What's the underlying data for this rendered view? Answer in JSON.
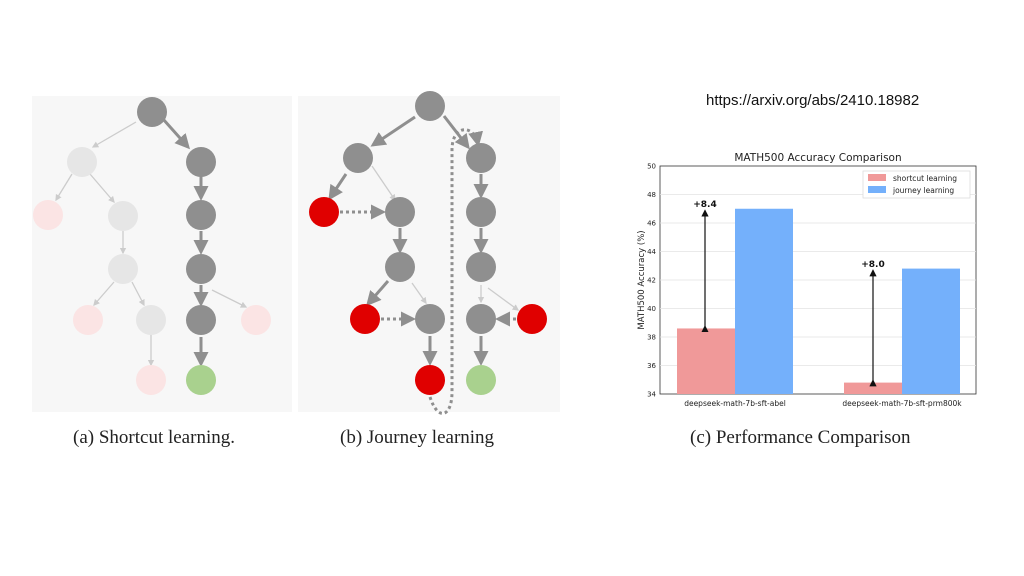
{
  "source_url": "https://arxiv.org/abs/2410.18982",
  "captions": {
    "a": "(a) Shortcut learning.",
    "b": "(b) Journey learning",
    "c": "(c) Performance Comparison"
  },
  "colors": {
    "node_gray": "#8f8f8f",
    "node_faded": "#e6e6e6",
    "node_red": "#e00000",
    "node_pink": "#fbe4e4",
    "node_green": "#a9d18e",
    "shortcut": "#f09999",
    "journey": "#74b0fb"
  },
  "chart_data": {
    "type": "bar",
    "title": "MATH500 Accuracy Comparison",
    "ylabel": "MATH500 Accuracy (%)",
    "xlabel": "",
    "categories": [
      "deepseek-math-7b-sft-abel",
      "deepseek-math-7b-sft-prm800k"
    ],
    "series": [
      {
        "name": "shortcut learning",
        "values": [
          38.6,
          34.8
        ]
      },
      {
        "name": "journey learning",
        "values": [
          47.0,
          42.8
        ]
      }
    ],
    "annotations": [
      "+8.4",
      "+8.0"
    ],
    "ylim": [
      34,
      50
    ],
    "yticks": [
      "34",
      "36",
      "38",
      "40",
      "42",
      "44",
      "46",
      "48",
      "50"
    ],
    "grid": true,
    "legend": "top-right"
  }
}
